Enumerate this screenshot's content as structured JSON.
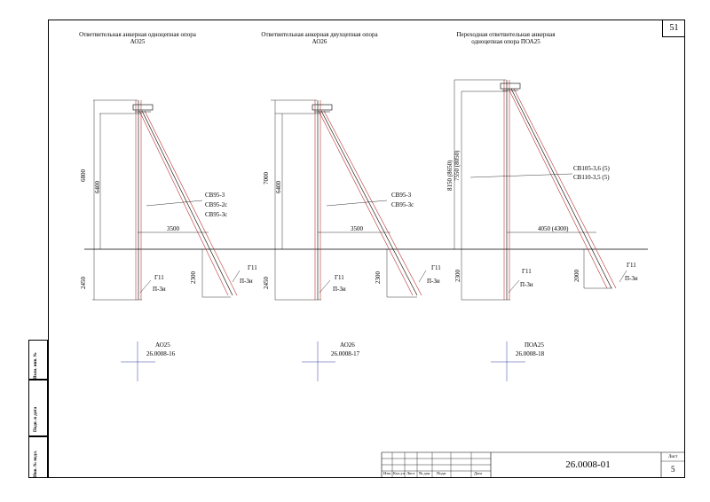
{
  "sheet_number": "51",
  "title_block": {
    "code": "26.0008-01",
    "sheet_label": "Лист",
    "sheet_value": "5",
    "headers": [
      "Изм.",
      "Кол.уч",
      "Лист",
      "№ док.",
      "Подп.",
      "Дата"
    ]
  },
  "side_stamp": [
    "Инв. № подл.",
    "Подп. и дата",
    "Взам. инв. №"
  ],
  "poles": [
    {
      "title": "Ответвительная анкерная одноцепная опора АО25",
      "height": "6800",
      "sub_height": "6400",
      "depth_left": "2450",
      "depth_right": "2300",
      "span": "3500",
      "spec": [
        "СВ95-3",
        "СВ95-2с",
        "СВ95-3с"
      ],
      "g_left": "Г11",
      "p_left": "П-3и",
      "g_right": "Г11",
      "p_right": "П-3и",
      "code_name": "АО25",
      "code_num": "26.0008-16"
    },
    {
      "title": "Ответвительная анкерная двухцепная опора АО26",
      "height": "7000",
      "sub_height": "6400",
      "depth_left": "2450",
      "depth_right": "2300",
      "span": "3500",
      "spec": [
        "СВ95-3",
        "СВ95-3с"
      ],
      "g_left": "Г11",
      "p_left": "П-3и",
      "g_right": "Г11",
      "p_right": "П-3и",
      "code_name": "АО26",
      "code_num": "26.0008-17"
    },
    {
      "title": "Переходная ответвительная анкерная одноцепная опора ПОА25",
      "height": "8150 (8650)",
      "sub_height": "7550 (8050)",
      "depth_left": "2300",
      "depth_right": "2000",
      "span": "4050 (4300)",
      "spec": [
        "СВ105-3,6 (5)",
        "СВ110-3,5 (5)"
      ],
      "g_left": "Г11",
      "p_left": "П-3и",
      "g_right": "Г11",
      "p_right": "П-3и",
      "code_name": "ПОА25",
      "code_num": "26.0008-18"
    }
  ]
}
